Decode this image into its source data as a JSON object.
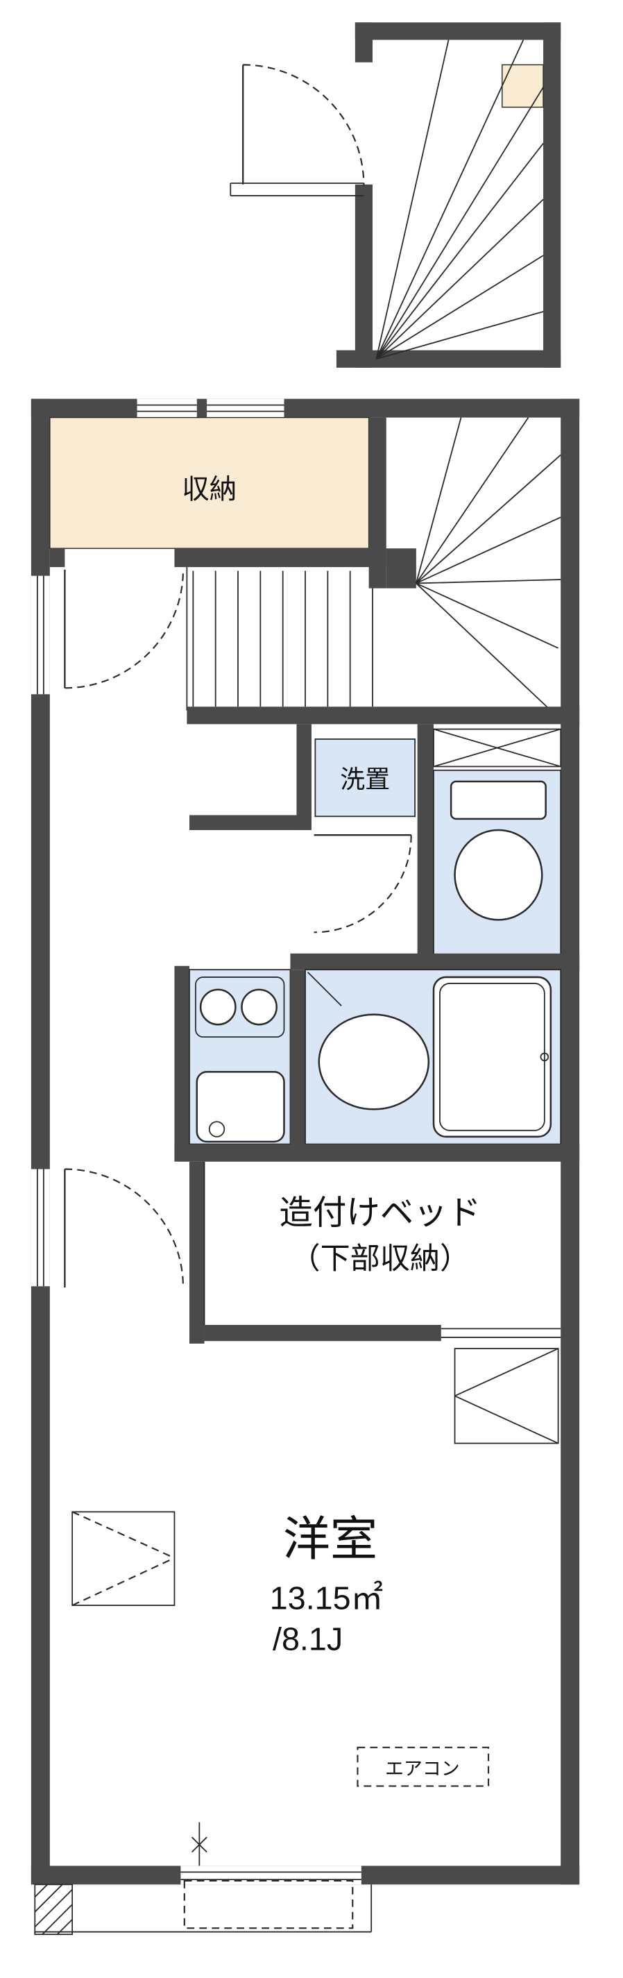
{
  "floorplan": {
    "labels": {
      "storage": "収納",
      "laundry": "洗置",
      "bed_line1": "造付けベッド",
      "bed_line2": "（下部収納）",
      "main_room": "洋室",
      "main_room_area_sqm": "13.15㎡",
      "main_room_area_jo": "/8.1J",
      "aircon": "エアコン"
    },
    "colors": {
      "wall": "#4a4a4a",
      "line": "#2b2b2b",
      "storage_fill": "#f9ecd2",
      "wet_fill": "#d9e6f5"
    }
  }
}
